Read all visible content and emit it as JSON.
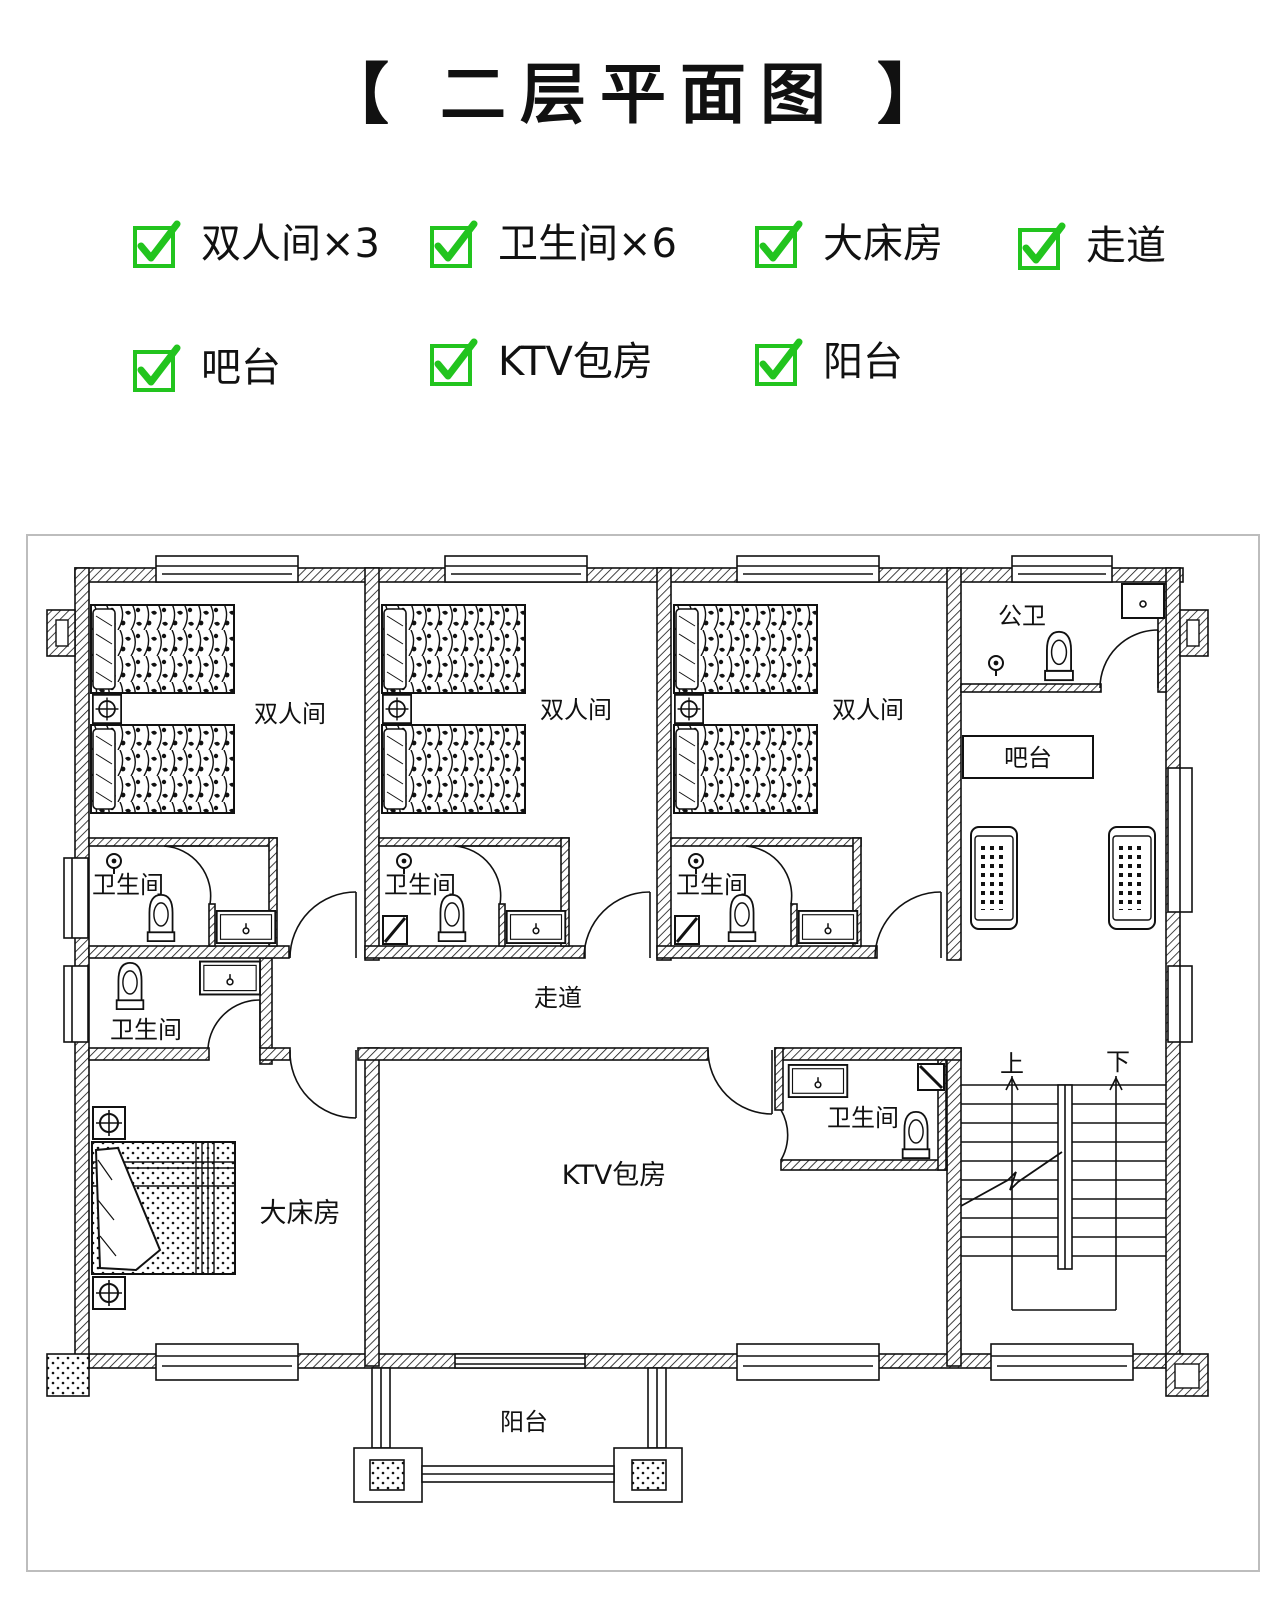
{
  "page": {
    "title": "【 二层平面图 】"
  },
  "legend": {
    "items": [
      {
        "label": "双人间×3"
      },
      {
        "label": "卫生间×6"
      },
      {
        "label": "大床房"
      },
      {
        "label": "走道"
      },
      {
        "label": "吧台"
      },
      {
        "label": "KTV包房"
      },
      {
        "label": "阳台"
      }
    ],
    "check_color": "#22c41e"
  },
  "plan": {
    "rooms": {
      "double_room_1": "双人间",
      "double_room_2": "双人间",
      "double_room_3": "双人间",
      "bath_1": "卫生间",
      "bath_2": "卫生间",
      "bath_3": "卫生间",
      "bath_4": "卫生间",
      "bath_5": "卫生间",
      "public_wc": "公卫",
      "bar": "吧台",
      "corridor": "走道",
      "king_room": "大床房",
      "ktv": "KTV包房",
      "balcony": "阳台",
      "stair_up": "上",
      "stair_down": "下"
    }
  }
}
